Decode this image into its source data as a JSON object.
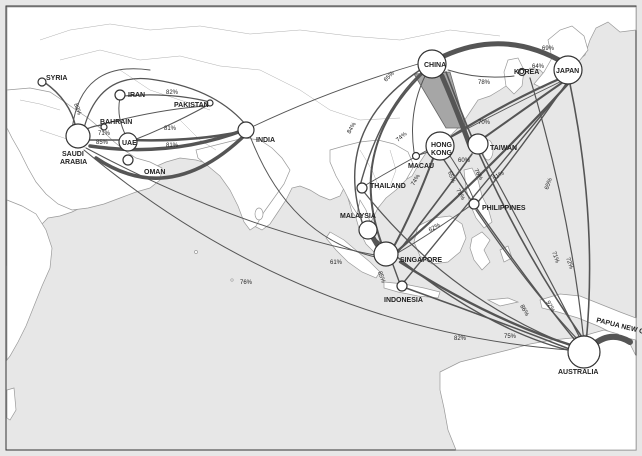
{
  "colors": {
    "sea": "#e7e7e7",
    "land": "#ffffff",
    "route": "#555555",
    "route_heavy": "#6a6a6a",
    "highlight": "#a6a6a6"
  },
  "nodes": {
    "syria": "SYRIA",
    "iran": "IRAN",
    "bahrain": "BAHRAIN",
    "pakistan": "PAKISTAN",
    "uae": "UAE",
    "saudi_line1": "SAUDI",
    "saudi_line2": "ARABIA",
    "oman": "OMAN",
    "india": "INDIA",
    "china": "CHINA",
    "korea": "KOREA",
    "japan": "JAPAN",
    "hong_kong_line1": "HONG",
    "hong_kong_line2": "KONG",
    "macau": "MACAU",
    "taiwan": "TAIWAN",
    "thailand": "THAILAND",
    "philippines": "PHILIPPINES",
    "malaysia": "MALAYSIA",
    "singapore": "SINGAPORE",
    "indonesia": "INDONESIA",
    "australia": "AUSTRALIA",
    "png": "PAPUA NEW GUINEA"
  },
  "percents": {
    "p69": "69%",
    "p65": "65%",
    "p78": "78%",
    "p84": "84%",
    "p74": "74%",
    "p60": "60%",
    "p65b": "65%",
    "p76": "76%",
    "p81": "81%",
    "p65c": "65%",
    "p74b": "74%",
    "p62": "62%",
    "p71": "71%",
    "p72": "72%",
    "p61": "61%",
    "p85": "85%",
    "p76b": "76%",
    "p82": "82%",
    "p75": "75%",
    "p92": "92%",
    "p81b": "81%",
    "p83": "83%",
    "p71b": "71%",
    "p82b": "82%",
    "p81c": "81%",
    "p85b": "85%",
    "p70": "70%",
    "p64": "64%",
    "p79": "79%",
    "p86": "86%"
  }
}
